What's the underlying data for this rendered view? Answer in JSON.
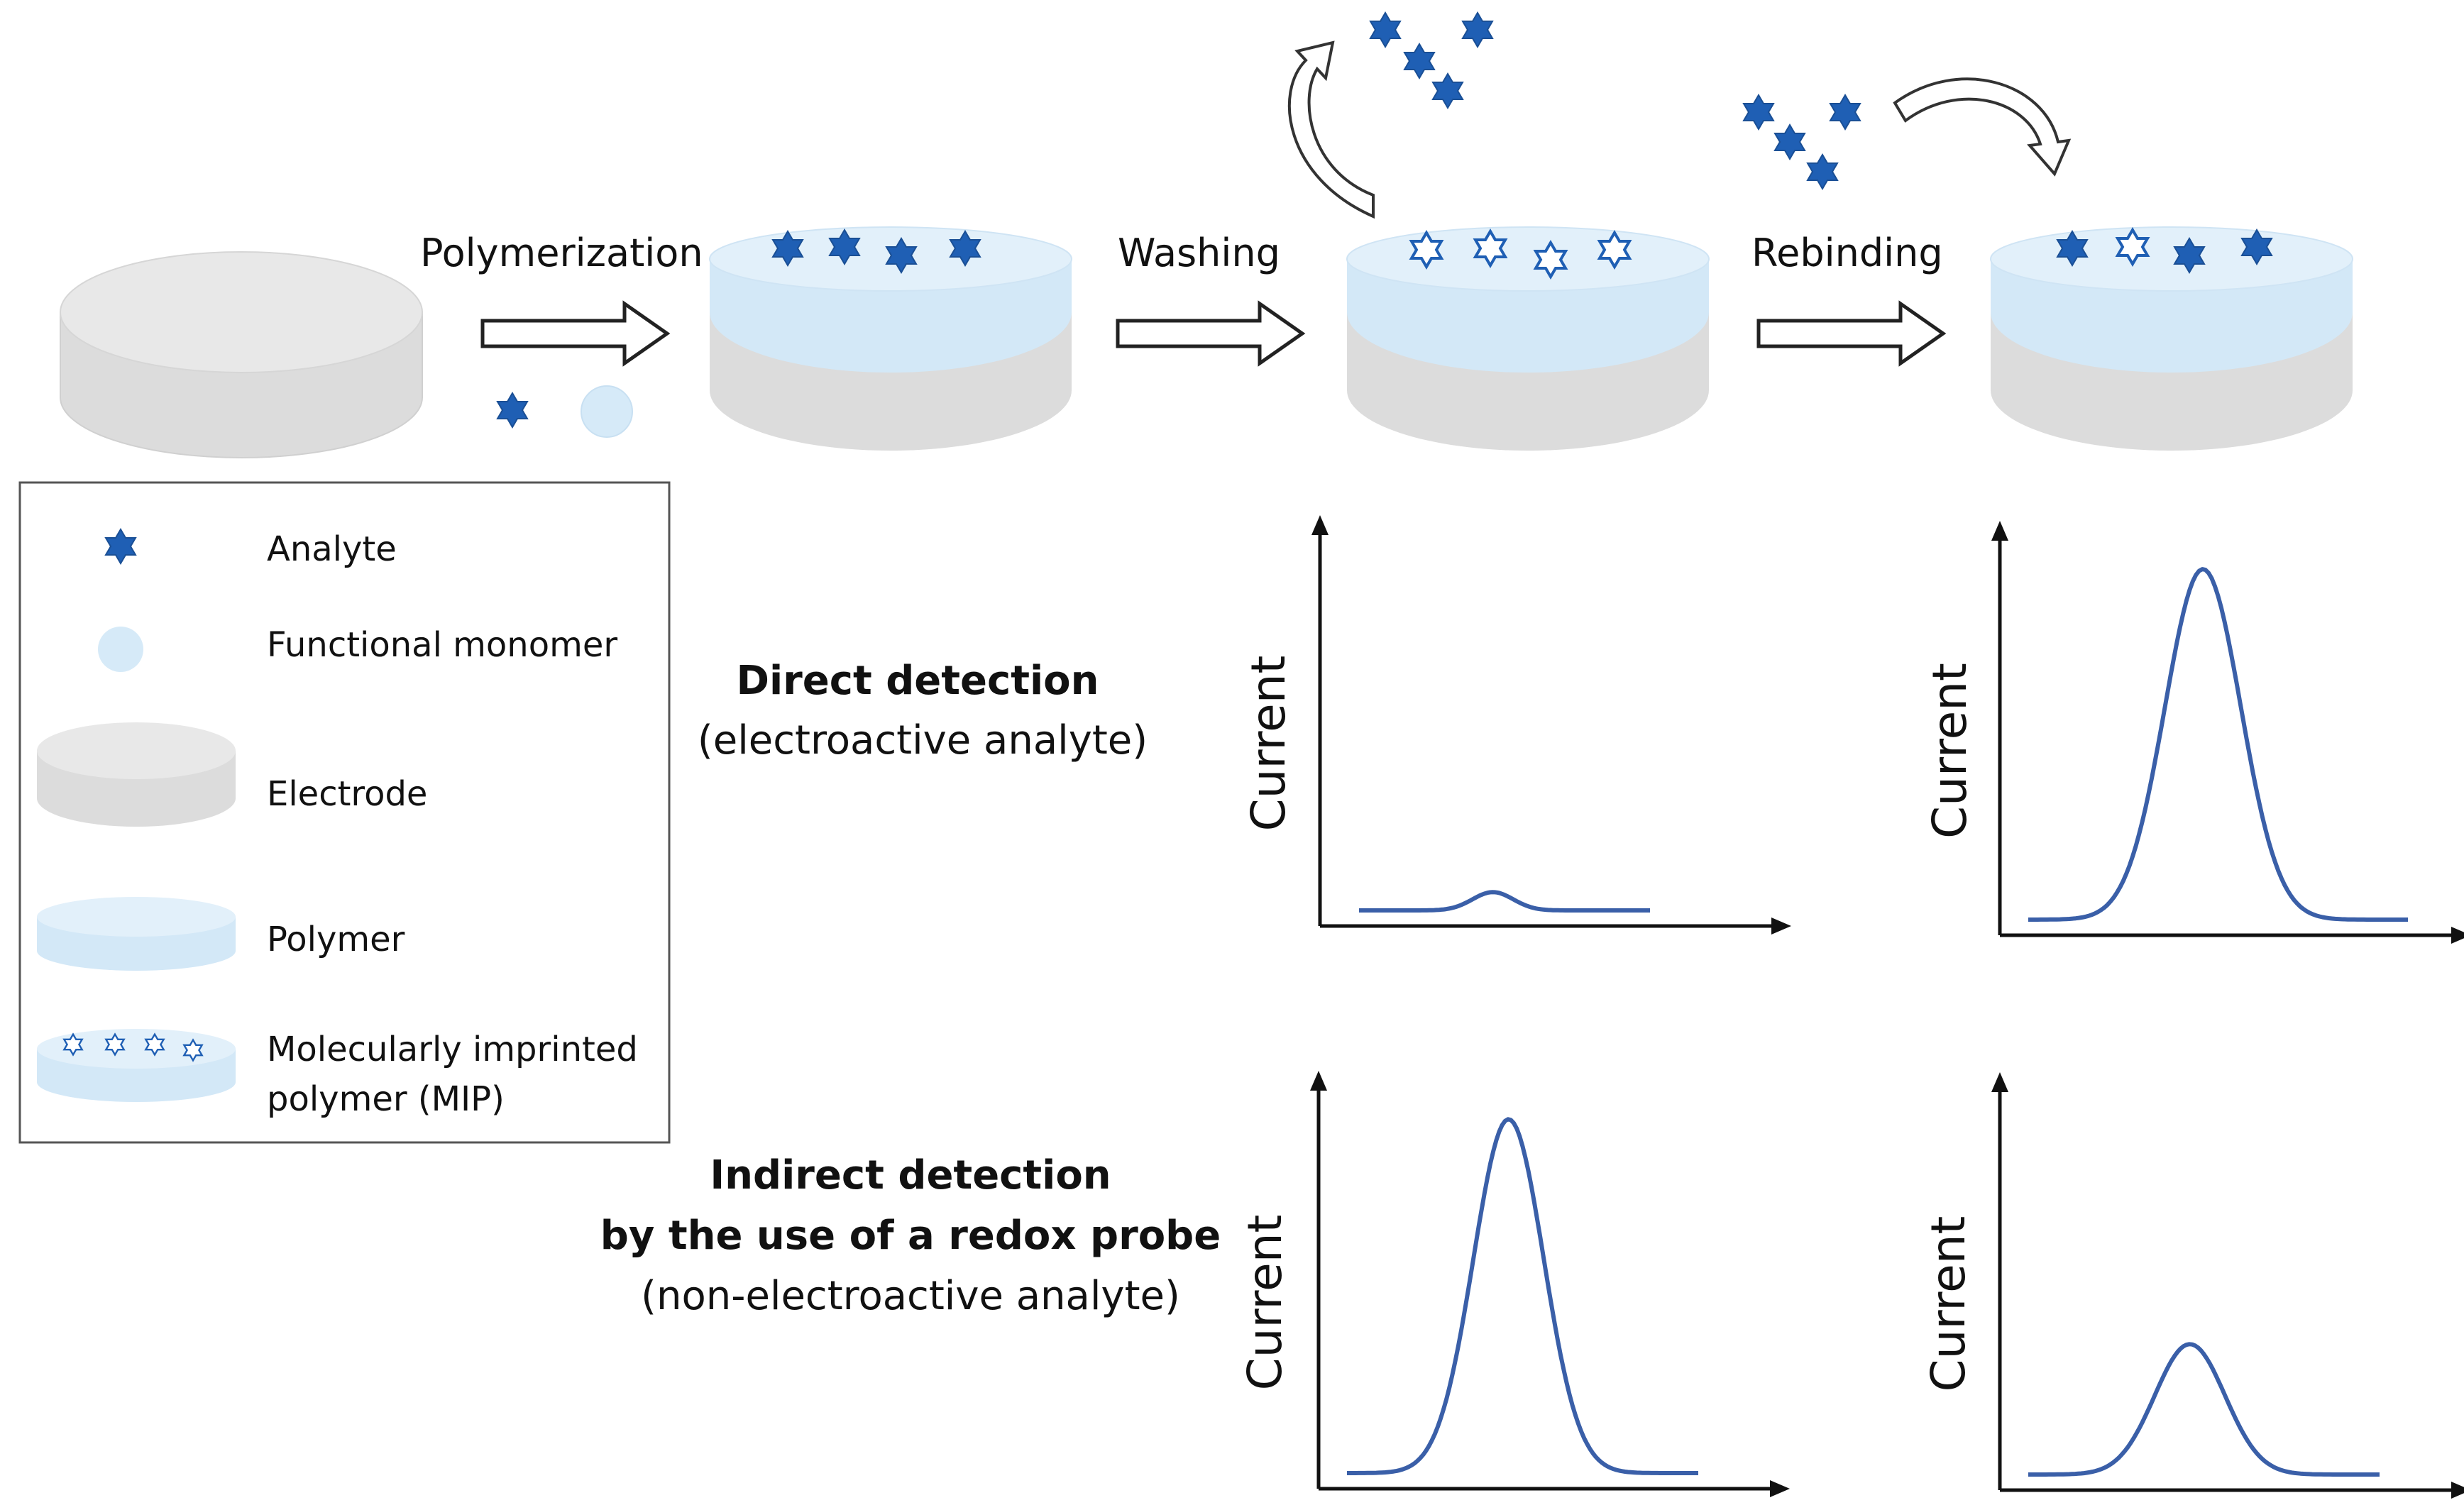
{
  "steps": {
    "polymerization": "Polymerization",
    "washing": "Washing",
    "rebinding": "Rebinding"
  },
  "legend": {
    "analyte": "Analyte",
    "monomer": "Functional monomer",
    "electrode": "Electrode",
    "polymer": "Polymer",
    "mip_line1": "Molecularly imprinted",
    "mip_line2": "polymer (MIP)"
  },
  "detection": {
    "direct_title": "Direct detection",
    "direct_sub": "(electroactive analyte)",
    "indirect_title1": "Indirect detection",
    "indirect_title2": "by the use of a redox probe",
    "indirect_sub": "(non-electroactive analyte)"
  },
  "chart_data": [
    {
      "type": "line",
      "ylabel": "Current",
      "panel": "direct-washing",
      "series": [
        {
          "peak_height": 0.05
        }
      ]
    },
    {
      "type": "line",
      "ylabel": "Current",
      "panel": "direct-rebinding",
      "series": [
        {
          "peak_height": 0.95
        }
      ]
    },
    {
      "type": "line",
      "ylabel": "Current",
      "panel": "indirect-washing",
      "series": [
        {
          "peak_height": 0.95
        }
      ]
    },
    {
      "type": "line",
      "ylabel": "Current",
      "panel": "indirect-rebinding",
      "series": [
        {
          "peak_height": 0.35
        }
      ]
    }
  ],
  "colors": {
    "analyte": "#1f5fb4",
    "monomer": "#d6eaf8",
    "electrode": "#dcdcdc",
    "polymer": "#d8ebf8",
    "curve": "#3a5fa8"
  }
}
